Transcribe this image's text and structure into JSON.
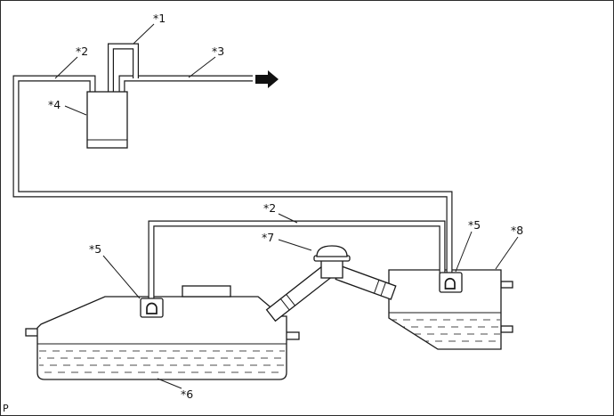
{
  "figure": {
    "page_marker": "P",
    "callouts": [
      {
        "id": "1",
        "text": "*1"
      },
      {
        "id": "2a",
        "text": "*2"
      },
      {
        "id": "3",
        "text": "*3"
      },
      {
        "id": "4",
        "text": "*4"
      },
      {
        "id": "2b",
        "text": "*2"
      },
      {
        "id": "5a",
        "text": "*5"
      },
      {
        "id": "7",
        "text": "*7"
      },
      {
        "id": "5b",
        "text": "*5"
      },
      {
        "id": "8",
        "text": "*8"
      },
      {
        "id": "6",
        "text": "*6"
      }
    ],
    "flow_arrow": {
      "icon": "flow-arrow",
      "direction": "right"
    },
    "colors": {
      "line": "#1a1a1a",
      "background": "#ffffff"
    }
  }
}
